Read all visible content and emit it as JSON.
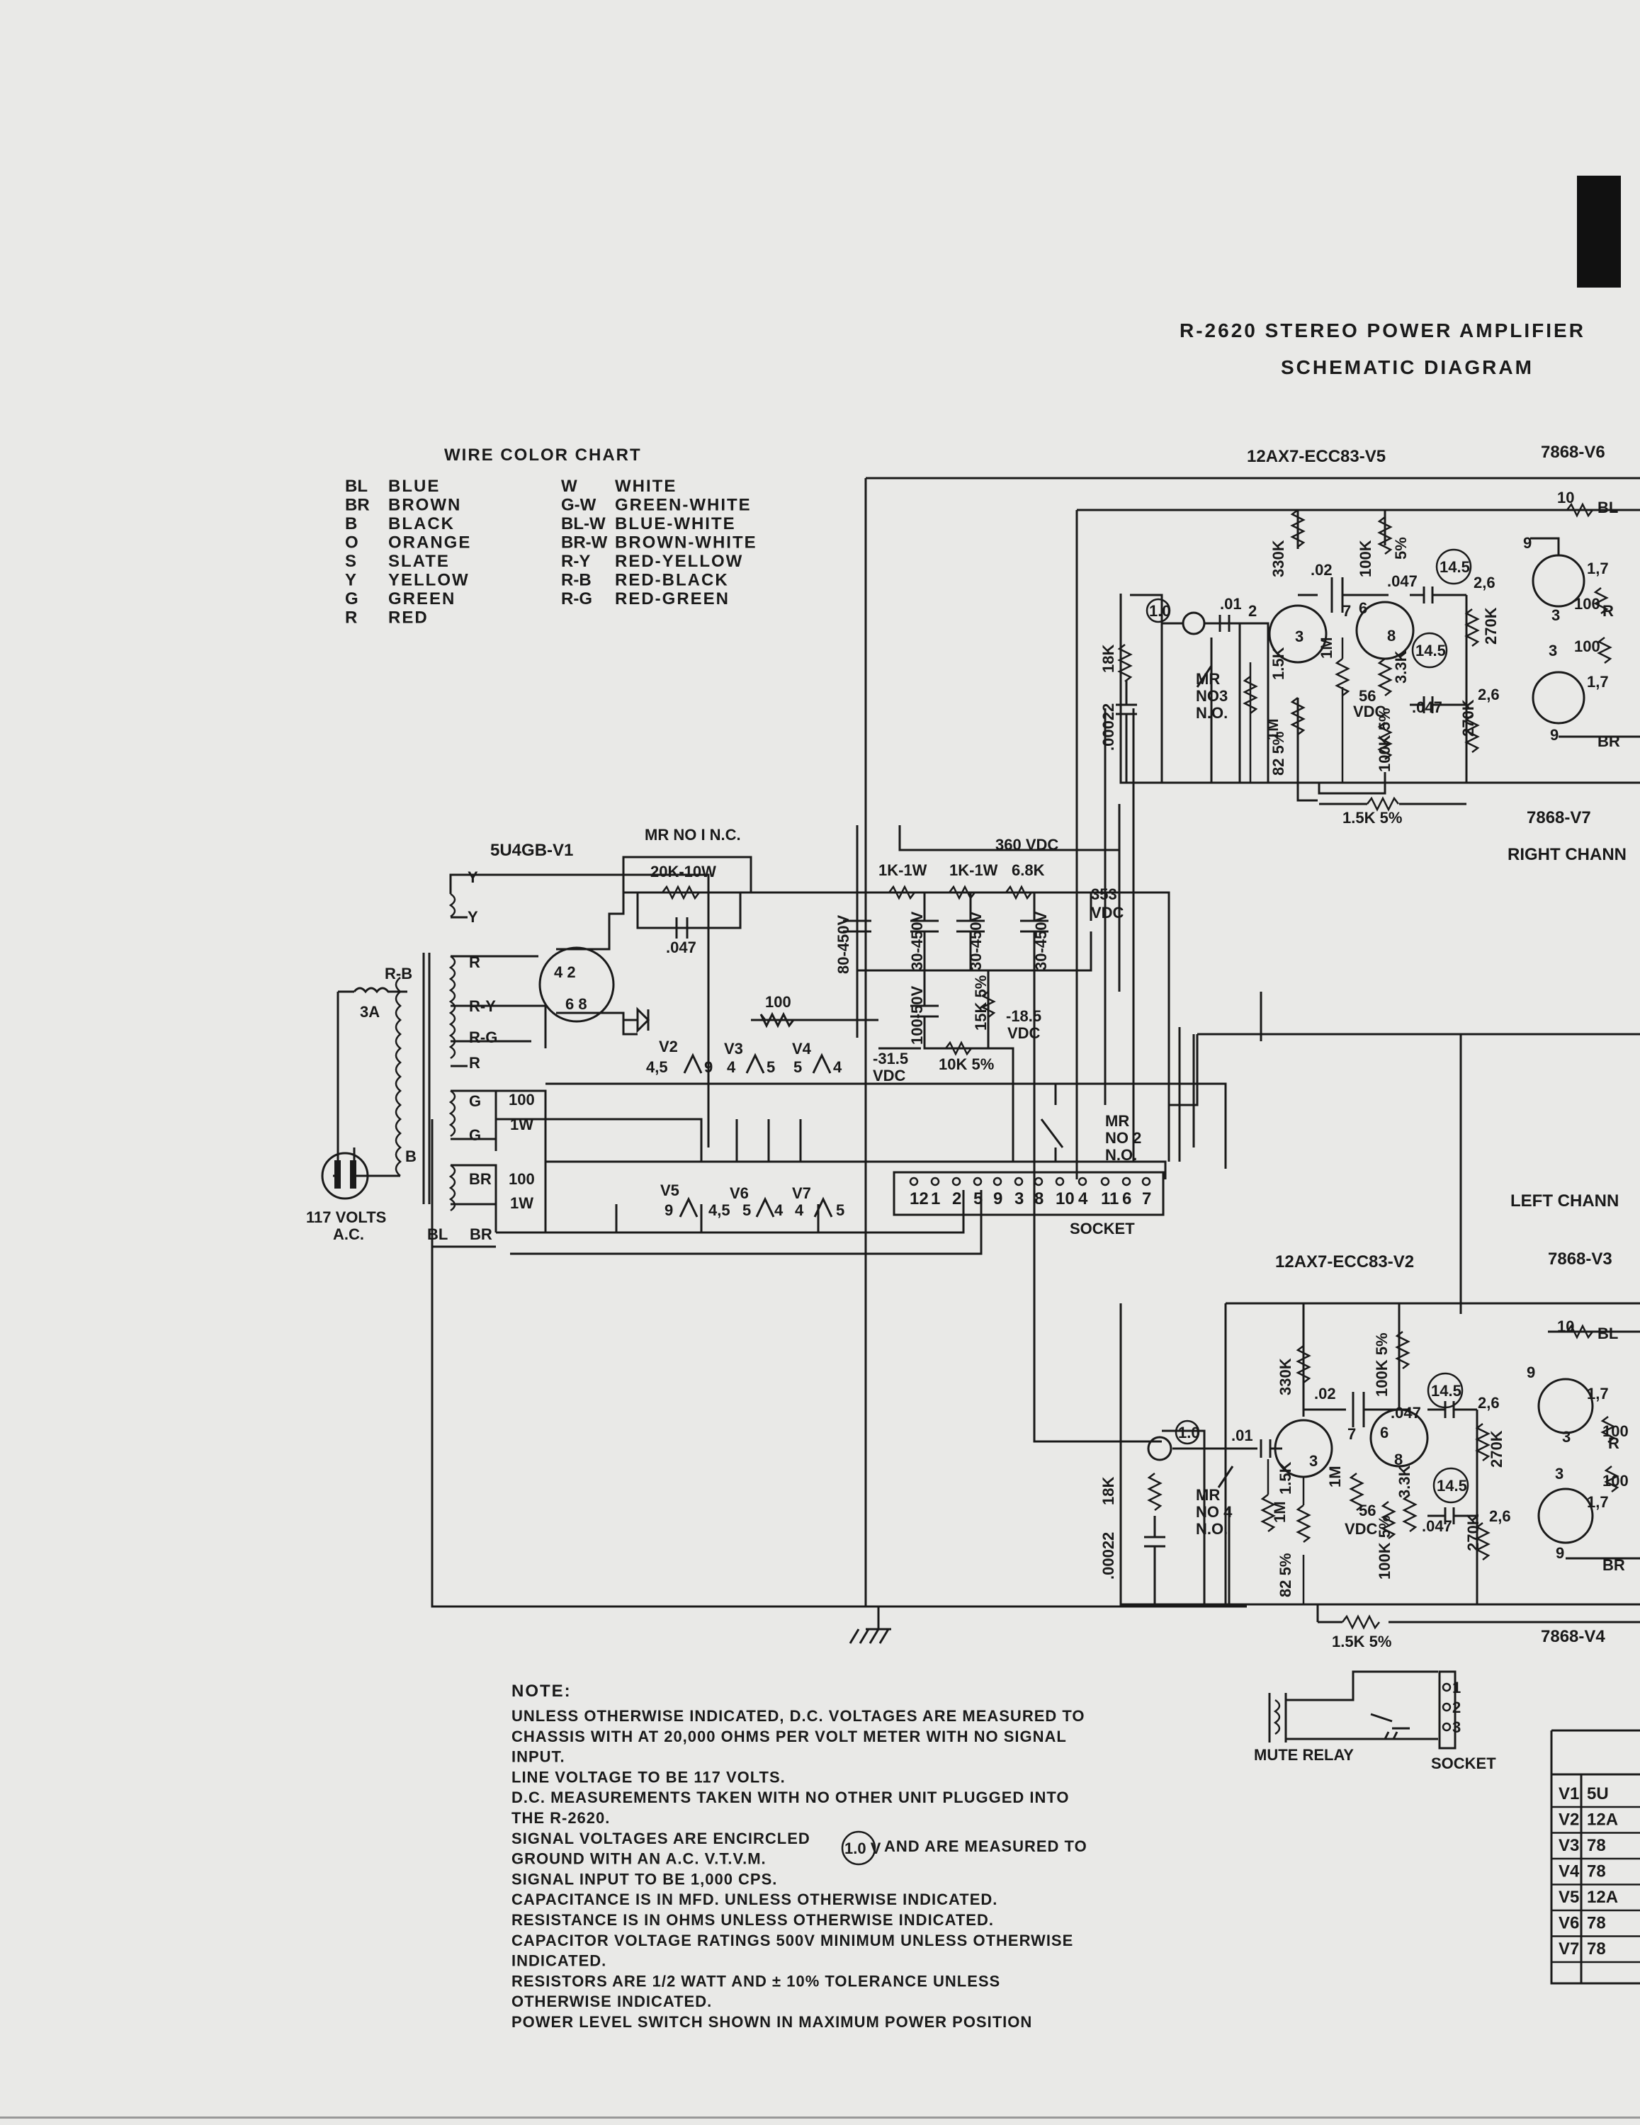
{
  "title": {
    "line1": "R-2620  STEREO  POWER  AMPLIFIER",
    "line2": "SCHEMATIC  DIAGRAM"
  },
  "wire_chart": {
    "heading": "WIRE  COLOR  CHART",
    "left": [
      {
        "code": "BL",
        "color": "BLUE"
      },
      {
        "code": "BR",
        "color": "BROWN"
      },
      {
        "code": "B",
        "color": "BLACK"
      },
      {
        "code": "O",
        "color": "ORANGE"
      },
      {
        "code": "S",
        "color": "SLATE"
      },
      {
        "code": "Y",
        "color": "YELLOW"
      },
      {
        "code": "G",
        "color": "GREEN"
      },
      {
        "code": "R",
        "color": "RED"
      }
    ],
    "right": [
      {
        "code": "W",
        "color": "WHITE"
      },
      {
        "code": "G-W",
        "color": "GREEN-WHITE"
      },
      {
        "code": "BL-W",
        "color": "BLUE-WHITE"
      },
      {
        "code": "BR-W",
        "color": "BROWN-WHITE"
      },
      {
        "code": "R-Y",
        "color": "RED-YELLOW"
      },
      {
        "code": "R-B",
        "color": "RED-BLACK"
      },
      {
        "code": "R-G",
        "color": "RED-GREEN"
      }
    ]
  },
  "tubes": {
    "v5": "12AX7-ECC83-V5",
    "v6": "7868-V6",
    "v7": "7868-V7",
    "v2": "12AX7-ECC83-V2",
    "v3": "7868-V3",
    "v4": "7868-V4",
    "v1": "5U4GB-V1"
  },
  "channels": {
    "right": "RIGHT  CHANN",
    "left": "LEFT  CHANN"
  },
  "power_supply": {
    "mr1": "MR NO I N.C.",
    "res_20k": "20K-10W",
    "cap_047": ".047",
    "vdc_360": "360 VDC",
    "r1k_a": "1K-1W",
    "r1k_b": "1K-1W",
    "r68k": "6.8K",
    "vdc_353a": "353",
    "vdc_353b": "VDC",
    "cap_80_450": "80-450V",
    "cap_30_450a": "30-450V",
    "cap_30_450b": "30-450V",
    "cap_30_450c": "30-450V",
    "cap_100_50": "100-50V",
    "res_15k": "15K 5%",
    "res_10k": "10K 5%",
    "res_100": "100",
    "neg_18_5a": "-18.5",
    "neg_18_5b": "VDC",
    "neg_31_5a": "-31.5",
    "neg_31_5b": "VDC",
    "fuse": "3A",
    "line_a": "117 VOLTS",
    "line_b": "A.C.",
    "mr2_a": "MR",
    "mr2_b": "NO 2",
    "mr2_c": "N.O.",
    "socket": "SOCKET",
    "socket_pins": [
      "12",
      "1",
      "2",
      "5",
      "9",
      "3",
      "8",
      "10",
      "4",
      "11",
      "6",
      "7"
    ],
    "res_100w_a": "100",
    "res_1w_a": "1W",
    "res_100w_b": "100",
    "res_1w_b": "1W"
  },
  "transformer_leads": [
    "Y",
    "Y",
    "R-B",
    "R",
    "R-Y",
    "R-G",
    "R",
    "G",
    "G",
    "B",
    "BR",
    "BL",
    "BR"
  ],
  "heater_labels": {
    "v2": "V2",
    "v2_pins": "4,5",
    "v2_pin2": "9",
    "v3": "V3",
    "v3_pin": "4",
    "v3_pin2": "5",
    "v4": "V4",
    "v4_pin": "5",
    "v4_pin2": "4",
    "v5": "V5",
    "v5_pin": "9",
    "v5_pins2": "4,5",
    "v6": "V6",
    "v6_pin": "5",
    "v6_pin2": "4",
    "v7": "V7",
    "v7_pin": "4",
    "v7_pin2": "5",
    "rect_pins_top": "4 2",
    "rect_pins_bot": "6 8"
  },
  "right_channel": {
    "sig_in": "1.0",
    "c01": ".01",
    "mr3": [
      "MR",
      "NO3",
      "N.O."
    ],
    "cap_00022": ".00022",
    "r18k": "18K",
    "r330k": "330K",
    "c02": ".02",
    "r100k": "100K",
    "r5": "5%",
    "c047a": ".047",
    "sig_a": "14.5",
    "sig_b": "14.5",
    "pins26a": "2,6",
    "pins26b": "2,6",
    "r270ka": "270K",
    "r270kb": "270K",
    "r15k": "1.5K",
    "r1m_a": "1M",
    "r1m_b": "1M",
    "r82": "82 5%",
    "r33k": "3.3K",
    "vdc56": "56",
    "vdc56b": "VDC",
    "c047b": ".047",
    "r100k5": "100K 5%",
    "r15k5": "1.5K 5%",
    "r10": "10",
    "bl": "BL",
    "br": "BR",
    "r100a": "100",
    "r100b": "100",
    "pin9a": "9",
    "pin9b": "9",
    "pin3a": "3",
    "pin3b": "3",
    "pin17a": "1,7",
    "pin17b": "1,7",
    "pin2": "2",
    "pin3c": "3",
    "pin7": "7",
    "pin6": "6",
    "pin8": "8",
    "pinR": "R"
  },
  "left_channel": {
    "sig_in": "1.0",
    "c01": ".01",
    "mr4": [
      "MR",
      "NO 4",
      "N.O."
    ],
    "cap_00022": ".00022",
    "r18k": "18K",
    "r330k": "330K",
    "c02": ".02",
    "r100k": "100K 5%",
    "c047a": ".047",
    "sig_a": "14.5",
    "sig_b": "14.5",
    "pins26a": "2,6",
    "pins26b": "2,6",
    "r270ka": "270K",
    "r270kb": "270K",
    "r15k": "1.5K",
    "r1m_a": "1M",
    "r1m_b": "1M",
    "r82": "82 5%",
    "r33k": "3.3K",
    "vdc56": "56",
    "vdc56b": "VDC",
    "c047b": ".047",
    "r100k5": "100K 5%",
    "r15k5": "1.5K 5%",
    "r10": "10",
    "bl": "BL",
    "br": "BR",
    "r100a": "100",
    "r100b": "100",
    "pin9a": "9",
    "pin9b": "9",
    "pin3a": "3",
    "pin3b": "3",
    "pin17a": "1,7",
    "pin17b": "1,7",
    "pin6": "6",
    "pin7": "7",
    "pin8": "8",
    "pin3c": "3",
    "pinR": "R"
  },
  "mute": {
    "relay": "MUTE RELAY",
    "socket": "SOCKET",
    "pins": [
      "1",
      "2",
      "3"
    ]
  },
  "notes": {
    "heading": "NOTE:",
    "lines": [
      "UNLESS OTHERWISE INDICATED, D.C. VOLTAGES ARE MEASURED TO",
      "CHASSIS WITH AT 20,000 OHMS PER VOLT METER WITH NO SIGNAL",
      "INPUT.",
      "LINE VOLTAGE TO BE 117 VOLTS.",
      "D.C. MEASUREMENTS TAKEN WITH NO OTHER UNIT PLUGGED INTO",
      "THE R-2620.",
      "SIGNAL VOLTAGES ARE ENCIRCLED",
      "GROUND WITH AN A.C. V.T.V.M.",
      "SIGNAL INPUT TO BE 1,000 CPS.",
      "CAPACITANCE IS IN MFD. UNLESS OTHERWISE INDICATED.",
      "RESISTANCE IS IN OHMS UNLESS OTHERWISE INDICATED.",
      "CAPACITOR VOLTAGE RATINGS 500V MINIMUM UNLESS OTHERWISE",
      "INDICATED.",
      "RESISTORS ARE 1/2 WATT AND ± 10% TOLERANCE UNLESS",
      "OTHERWISE INDICATED.",
      "POWER LEVEL SWITCH SHOWN IN MAXIMUM POWER POSITION"
    ],
    "circled_example": "1.0 V",
    "line7_tail": "AND ARE MEASURED TO"
  },
  "tube_table": {
    "rows": [
      {
        "id": "V1",
        "type": "5U"
      },
      {
        "id": "V2",
        "type": "12A"
      },
      {
        "id": "V3",
        "type": "78"
      },
      {
        "id": "V4",
        "type": "78"
      },
      {
        "id": "V5",
        "type": "12A"
      },
      {
        "id": "V6",
        "type": "78"
      },
      {
        "id": "V7",
        "type": "78"
      }
    ]
  }
}
